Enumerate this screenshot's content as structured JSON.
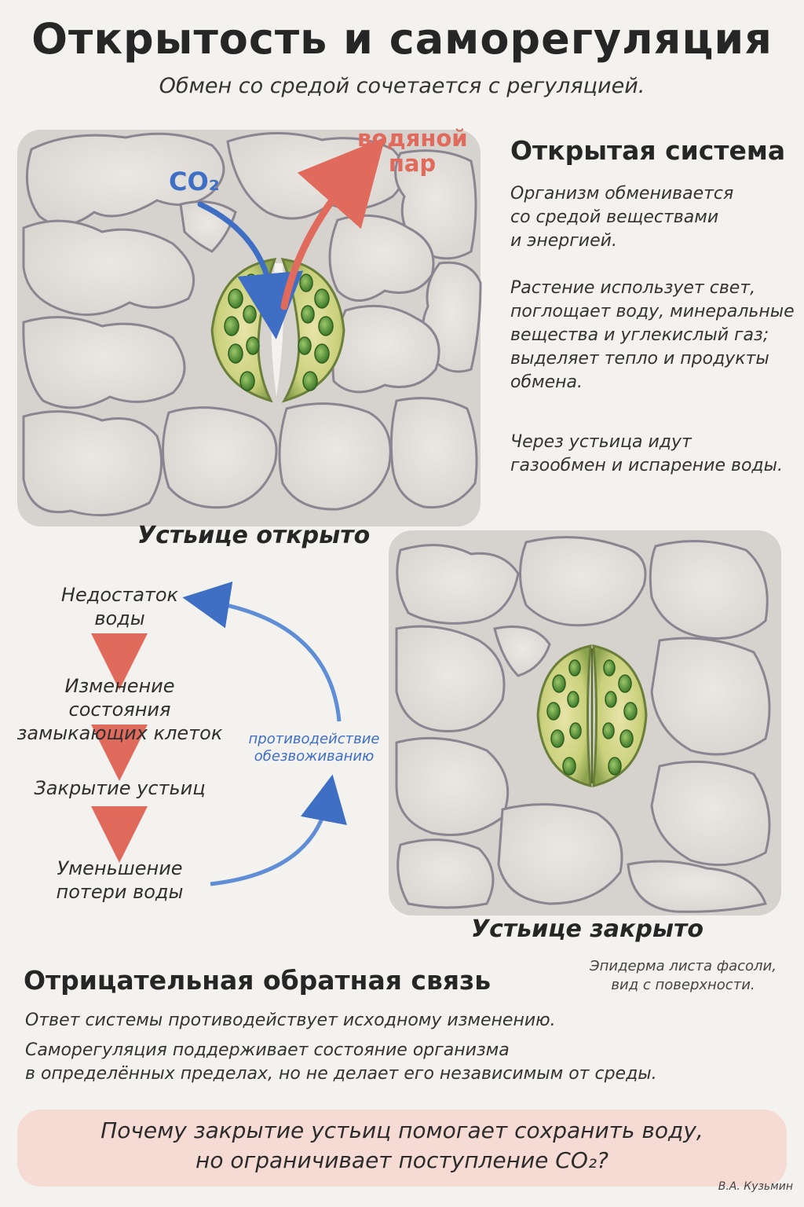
{
  "header": {
    "title": "Открытость и саморегуляция",
    "subtitle": "Обмен со средой сочетается с регуляцией."
  },
  "open_stoma": {
    "co2_label": "CO₂",
    "vapor_label_line1": "водяной",
    "vapor_label_line2": "пар",
    "caption": "Устьице открыто"
  },
  "open_system": {
    "heading": "Открытая система",
    "para1_lines": [
      "Организм обменивается",
      "со средой веществами",
      "и энергией."
    ],
    "para2_lines": [
      "Растение использует свет,",
      "поглощает воду, минеральные",
      "вещества и углекислый газ;",
      "выделяет тепло и продукты",
      "обмена."
    ],
    "para3_lines": [
      "Через устьица идут",
      "газообмен и испарение воды."
    ]
  },
  "feedback_loop": {
    "steps": [
      {
        "line1": "Недостаток",
        "line2": "воды"
      },
      {
        "line1": "Изменение состояния",
        "line2": "замыкающих клеток"
      },
      {
        "line1": "Закрытие устьиц",
        "line2": ""
      },
      {
        "line1": "Уменьшение",
        "line2": "потери воды"
      }
    ],
    "loop_label_line1": "противодействие",
    "loop_label_line2": "обезвоживанию"
  },
  "closed_stoma": {
    "caption": "Устьице закрыто",
    "note_line1": "Эпидерма листа фасоли,",
    "note_line2": "вид с поверхности."
  },
  "negative_feedback": {
    "heading": "Отрицательная обратная связь",
    "line1": "Ответ системы противодействует исходному изменению.",
    "line2": "Саморегуляция поддерживает состояние организма",
    "line3": "в определённых пределах, но не делает его независимым от среды."
  },
  "question": {
    "line1": "Почему закрытие устьиц помогает сохранить воду,",
    "line2": "но ограничивает поступление CO₂?"
  },
  "signature": "В.А. Кузьмин",
  "colors": {
    "blue": "#3f6fc4",
    "red": "#e06a5c",
    "cell_fill": "#e4e1dd",
    "cell_stroke": "#8a8590",
    "guard_green": "#5f9a3a",
    "question_bg": "#f5d9d3"
  }
}
